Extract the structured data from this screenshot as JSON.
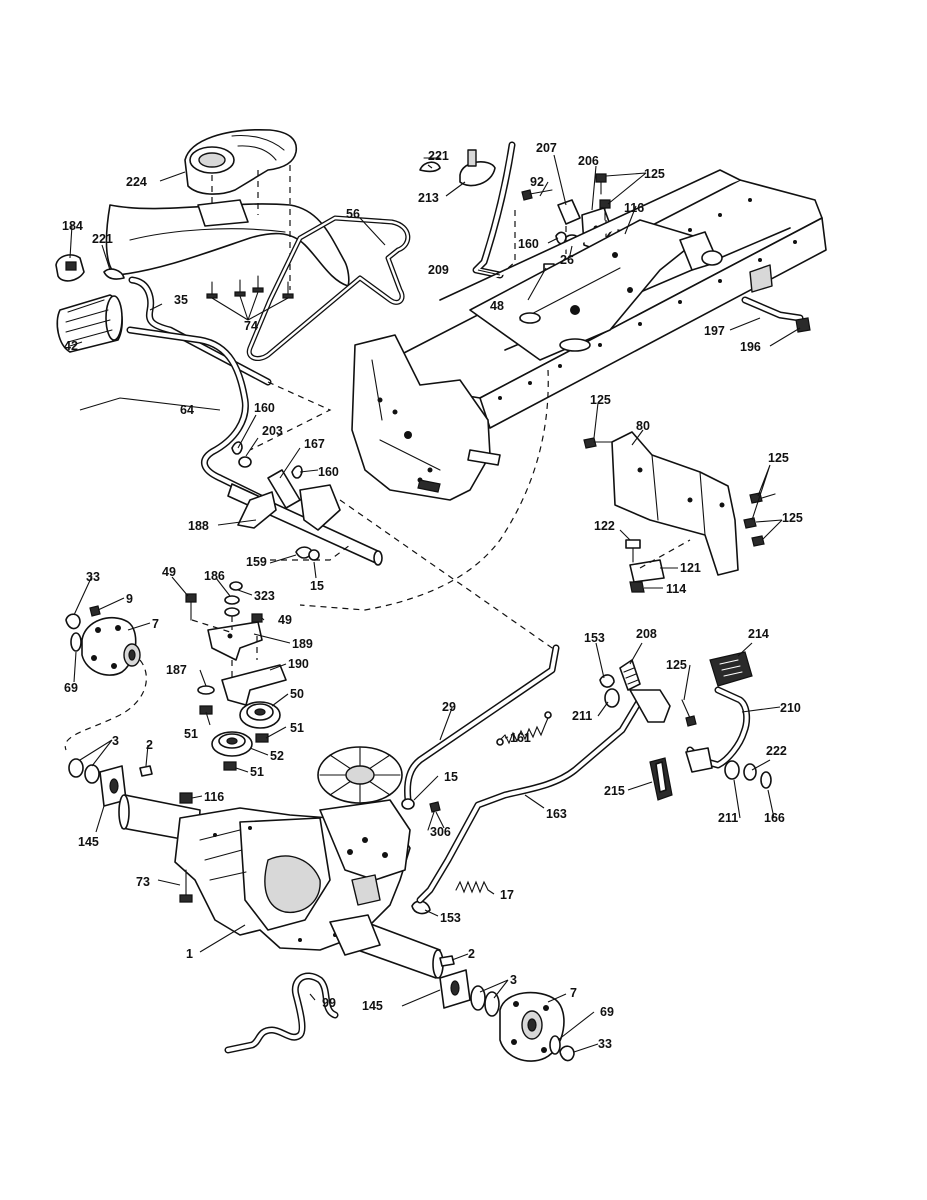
{
  "labels": {
    "l1": "1",
    "l2a": "2",
    "l2b": "2",
    "l3a": "3",
    "l3b": "3",
    "l7a": "7",
    "l7b": "7",
    "l9": "9",
    "l15a": "15",
    "l15b": "15",
    "l17": "17",
    "l26": "26",
    "l29": "29",
    "l33a": "33",
    "l33b": "33",
    "l35": "35",
    "l42": "42",
    "l48": "48",
    "l49a": "49",
    "l49b": "49",
    "l50": "50",
    "l51a": "51",
    "l51b": "51",
    "l51c": "51",
    "l52": "52",
    "l56": "56",
    "l64": "64",
    "l69a": "69",
    "l69b": "69",
    "l73": "73",
    "l74": "74",
    "l80": "80",
    "l92": "92",
    "l99": "99",
    "l114": "114",
    "l116a": "116",
    "l116b": "116",
    "l121": "121",
    "l122": "122",
    "l125a": "125",
    "l125b": "125",
    "l125c": "125",
    "l125d": "125",
    "l125e": "125",
    "l145a": "145",
    "l145b": "145",
    "l153a": "153",
    "l153b": "153",
    "l159": "159",
    "l160a": "160",
    "l160b": "160",
    "l160c": "160",
    "l161": "161",
    "l163": "163",
    "l166": "166",
    "l167": "167",
    "l184": "184",
    "l186": "186",
    "l187": "187",
    "l188": "188",
    "l189": "189",
    "l190": "190",
    "l196": "196",
    "l197": "197",
    "l203": "203",
    "l206": "206",
    "l207": "207",
    "l208": "208",
    "l209": "209",
    "l210": "210",
    "l211a": "211",
    "l211b": "211",
    "l213": "213",
    "l214": "214",
    "l215": "215",
    "l221a": "221",
    "l221b": "221",
    "l222": "222",
    "l224": "224",
    "l306": "306",
    "l323": "323"
  }
}
